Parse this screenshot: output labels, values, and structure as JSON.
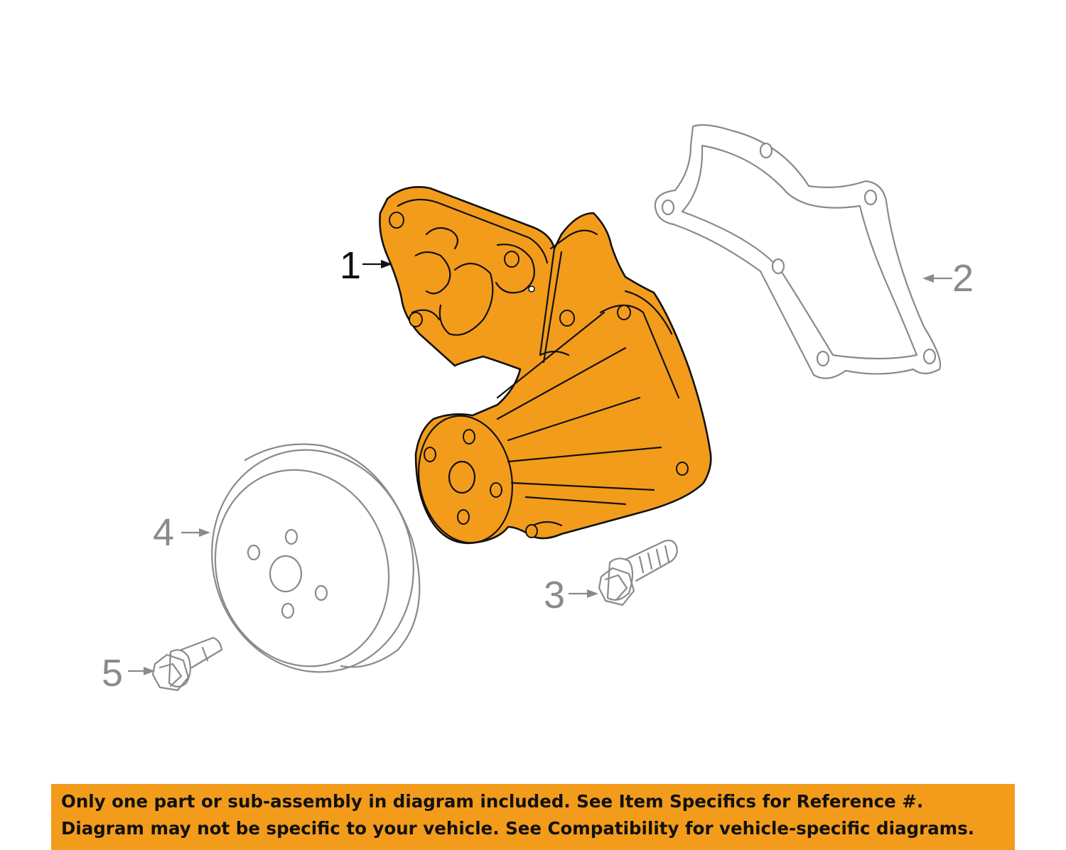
{
  "colors": {
    "highlight": "#F39C1B",
    "banner": "#F39C1B",
    "line_gray": "#8A8A8A",
    "text_dark": "#111111"
  },
  "callouts": [
    {
      "number": "1",
      "highlighted": true
    },
    {
      "number": "2",
      "highlighted": false
    },
    {
      "number": "3",
      "highlighted": false
    },
    {
      "number": "4",
      "highlighted": false
    },
    {
      "number": "5",
      "highlighted": false
    }
  ],
  "disclaimer": {
    "line1": "Only one part or sub-assembly in diagram included. See Item Specifics for Reference #.",
    "line2": "Diagram may not be specific to your vehicle. See Compatibility for vehicle-specific diagrams."
  }
}
